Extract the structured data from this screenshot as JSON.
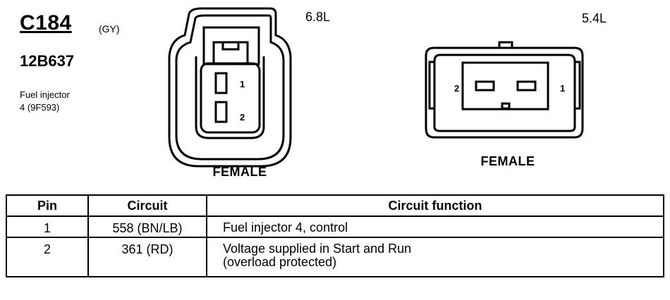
{
  "connector": {
    "code": "C184",
    "color": "(GY)",
    "part_number": "12B637",
    "description_line1": "Fuel injector",
    "description_line2": "4 (9F593)"
  },
  "views": [
    {
      "engine": "6.8L",
      "gender": "FEMALE",
      "pin1": "1",
      "pin2": "2"
    },
    {
      "engine": "5.4L",
      "gender": "FEMALE",
      "pin1": "1",
      "pin2": "2"
    }
  ],
  "table": {
    "headers": [
      "Pin",
      "Circuit",
      "Circuit function"
    ],
    "rows": [
      {
        "pin": "1",
        "circuit": "558 (BN/LB)",
        "function_line1": "Fuel injector 4, control",
        "function_line2": ""
      },
      {
        "pin": "2",
        "circuit": "361 (RD)",
        "function_line1": "Voltage supplied in Start and Run",
        "function_line2": "(overload protected)"
      }
    ]
  }
}
